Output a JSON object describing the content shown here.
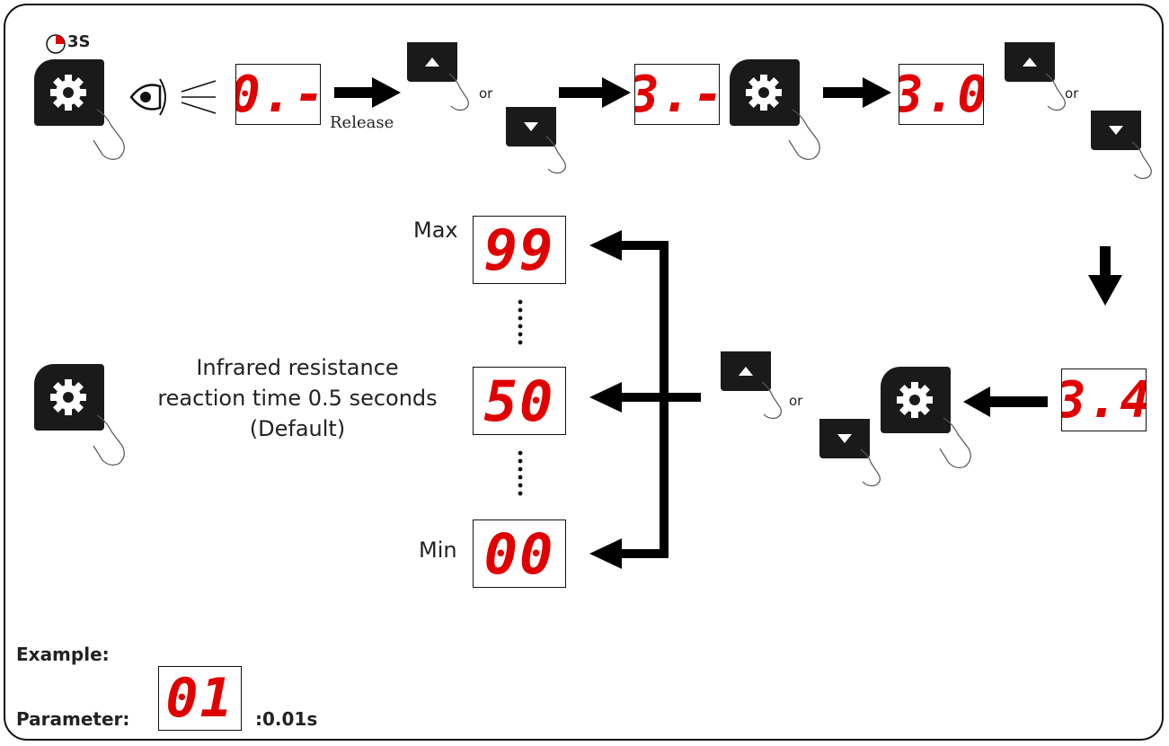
{
  "hold_time_label": "3S",
  "release_label": "Release",
  "or_label": "or",
  "displays": {
    "step1": "0.-",
    "step2": "3.-",
    "step3": "3.0",
    "step4": "3.4",
    "max": "99",
    "mid": "50",
    "min": "00",
    "example": "01"
  },
  "range": {
    "max_label": "Max",
    "min_label": "Min"
  },
  "default_description": {
    "line1": "Infrared resistance",
    "line2": "reaction time 0.5 seconds",
    "line3": "(Default)"
  },
  "example": {
    "heading": "Example:",
    "parameter_label": "Parameter:",
    "value_suffix": ":0.01s"
  },
  "colors": {
    "digit": "#e00000",
    "button": "#1a1a1a",
    "timer_accent": "#e00000"
  },
  "icons": [
    "gear-icon",
    "eye-icon",
    "up-arrow-icon",
    "down-arrow-icon",
    "hand-pointer-icon",
    "timer-icon"
  ]
}
